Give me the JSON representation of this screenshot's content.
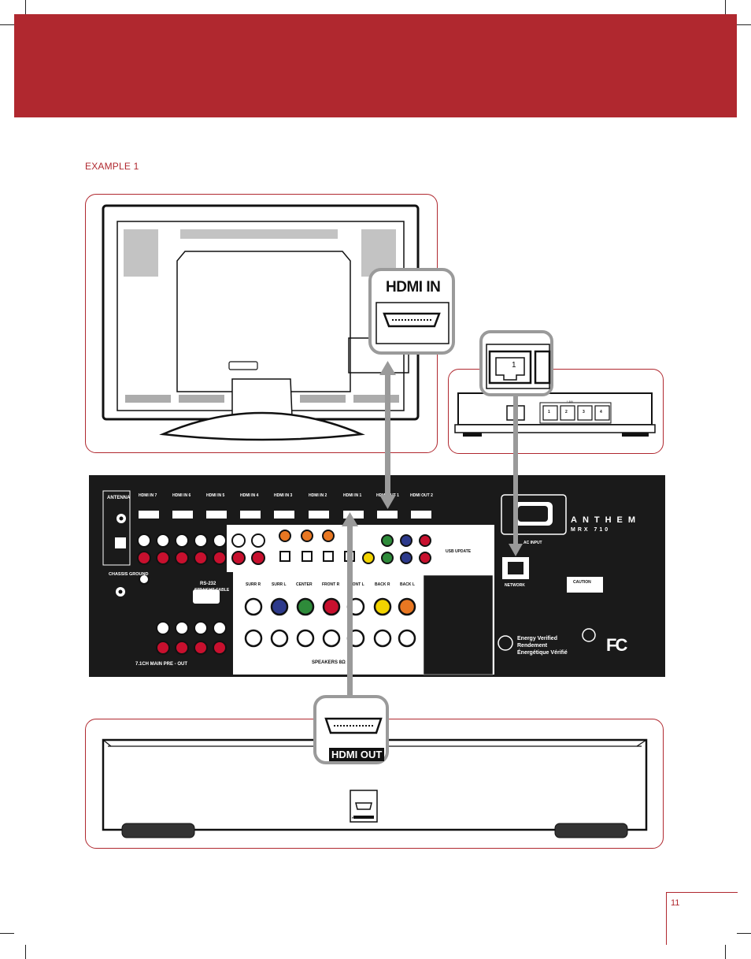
{
  "page": {
    "section_label": "EXAMPLE 1",
    "page_number": "11",
    "colors": {
      "accent": "#b0282f",
      "device_dark": "#1a1a1a",
      "arrow": "#9a9a9a"
    }
  },
  "tv": {
    "callout_label": "HDMI IN",
    "icon": "hdmi-port-icon"
  },
  "router": {
    "callout_port_number": "1",
    "lan_label": "LAN",
    "port_numbers": [
      "1",
      "2",
      "3",
      "4"
    ]
  },
  "receiver": {
    "brand": "ANTHEM",
    "model": "MRX 710",
    "hdmi_inputs": [
      "HDMI IN 7",
      "HDMI IN 6",
      "HDMI IN 5",
      "HDMI IN 4",
      "HDMI IN 3",
      "HDMI IN 2",
      "HDMI IN 1"
    ],
    "hdmi_outputs": [
      "HDMI OUT 1",
      "HDMI OUT 2"
    ],
    "antenna_label": "ANTENNA",
    "chassis_label": "CHASSIS GROUND",
    "rs232_label": "RS-232",
    "rs232_sub": "STRAIGHT CABLE",
    "preout_label": "7.1CH MAIN PRE - OUT",
    "speakers_label": "SPEAKERS 8Ω",
    "speaker_channels": [
      "SURR R",
      "SURR L",
      "CENTER",
      "FRONT R",
      "FRONT L",
      "BACK R",
      "BACK L"
    ],
    "network_label": "NETWORK",
    "ac_input_label": "AC INPUT",
    "usb_label": "USB UPDATE",
    "caution_label": "CAUTION",
    "energy_text": [
      "Energy Verified",
      "Rendement",
      "Énergétique Vérifié"
    ],
    "fcc_logo": "FC"
  },
  "player": {
    "callout_label": "HDMI OUT",
    "port_label": "HDMI OUT"
  }
}
